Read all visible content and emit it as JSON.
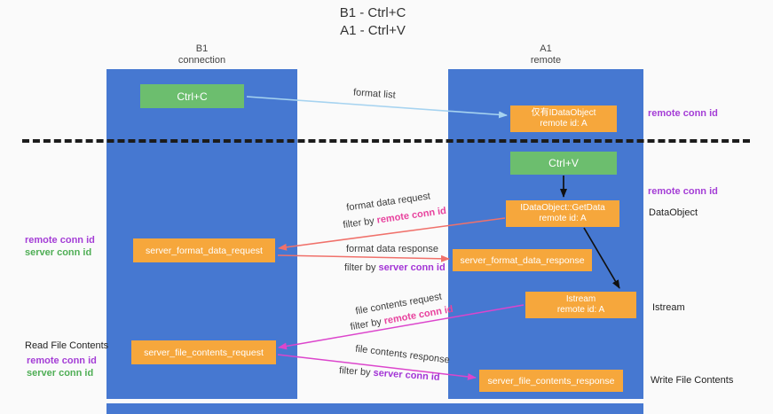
{
  "title": {
    "line1": "B1 - Ctrl+C",
    "line2": "A1 - Ctrl+V"
  },
  "lanes": {
    "b1": {
      "name": "B1",
      "role": "connection"
    },
    "a1": {
      "name": "A1",
      "role": "remote"
    }
  },
  "nodes": {
    "ctrl_c": {
      "label": "Ctrl+C"
    },
    "ctrl_v": {
      "label": "Ctrl+V"
    },
    "dataobject_stub": {
      "line1": "仅有IDataObject",
      "line2": "remote id: A"
    },
    "getdata": {
      "line1": "IDataObject::GetData",
      "line2": "remote id: A"
    },
    "istream": {
      "line1": "Istream",
      "line2": "remote id: A"
    },
    "format_request": {
      "label": "server_format_data_request"
    },
    "format_response": {
      "label": "server_format_data_response"
    },
    "file_request": {
      "label": "server_file_contents_request"
    },
    "file_response": {
      "label": "server_file_contents_response"
    }
  },
  "edges": {
    "format_list": {
      "label": "format list"
    },
    "format_request": {
      "label": "format data request",
      "filter_prefix": "filter by ",
      "filter_key": "remote conn id"
    },
    "format_response": {
      "label": "format data response",
      "filter_prefix": "filter by ",
      "filter_key": "server conn id"
    },
    "file_request": {
      "label": "file contents request",
      "filter_prefix": "filter by ",
      "filter_key": "remote conn id"
    },
    "file_response": {
      "label": "file contents response",
      "filter_prefix": "filter by ",
      "filter_key": "server conn id"
    }
  },
  "annotations": {
    "right_remote_1": "remote conn id",
    "right_remote_2": "remote conn id",
    "dataobject": "DataObject",
    "istream": "Istream",
    "write_file": "Write File Contents",
    "read_file": "Read File Contents",
    "left_remote_1": "remote conn id",
    "left_server_1": "server conn id",
    "left_remote_2": "remote conn id",
    "left_server_2": "server conn id"
  },
  "colors": {
    "lane_blue": "#4678D1",
    "node_orange": "#F6A73C",
    "node_green": "#6CBE6E",
    "remote_conn_purple": "#A43DD6",
    "remote_conn_pink": "#E8439E",
    "server_conn_green": "#4FAE55",
    "server_conn_purple": "#A335D6",
    "arrow_blue": "#A6D3F0",
    "arrow_red": "#F0716B",
    "arrow_magenta": "#DC45CC",
    "arrow_black": "#111111"
  }
}
